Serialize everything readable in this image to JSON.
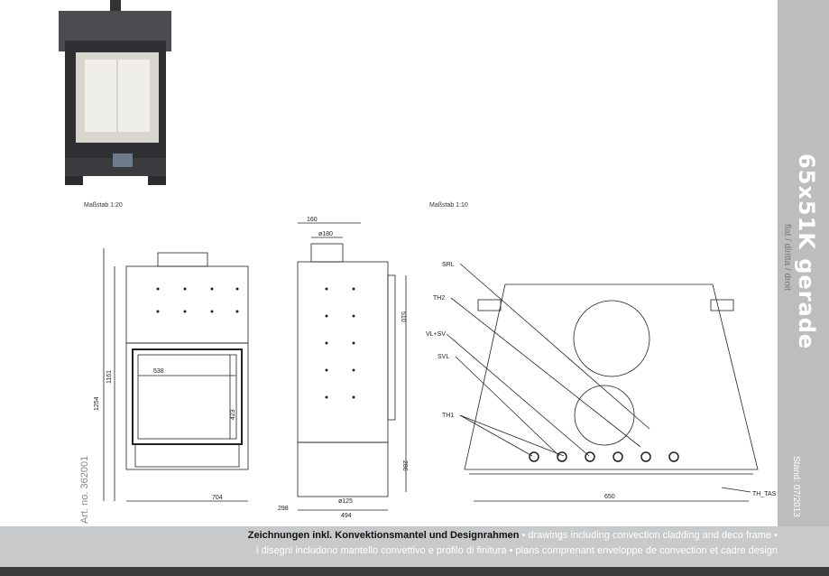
{
  "sidebar": {
    "model": "65x51K gerade",
    "variant": "flat / diritta / droit",
    "stand": "Stand: 07/2013"
  },
  "article_number": "Art. no. 362001",
  "scales": {
    "left": "Maßstab 1:20",
    "right": "Maßstab 1:10"
  },
  "front_view": {
    "height_total": "1254",
    "height_inner": "1161",
    "glass_width": "538",
    "glass_height": "423",
    "width": "704"
  },
  "side_view": {
    "top_offset": "160",
    "flue_diameter": "ø180",
    "side_height": "510",
    "bottom_height": "286",
    "depth_left": "298",
    "depth_right": "494",
    "air_diameter": "ø125"
  },
  "top_view": {
    "labels": [
      "SRL",
      "TH2",
      "VL+SV",
      "SVL",
      "TH1",
      "TH_TAS"
    ],
    "width": "650"
  },
  "footer": {
    "line1_bold": "Zeichnungen inkl. Konvektionsmantel und Designrahmen",
    "line1_rest": " • drawings including convection cladding and deco frame •",
    "line2": "i disegni includono mantello convettivo e profilo di finitura • plans comprenant enveloppe de convection et cadre design"
  },
  "colors": {
    "sidebar": "#bcbdbf",
    "footer": "#c8c9cb",
    "dark_strip": "#3b3c3e"
  }
}
